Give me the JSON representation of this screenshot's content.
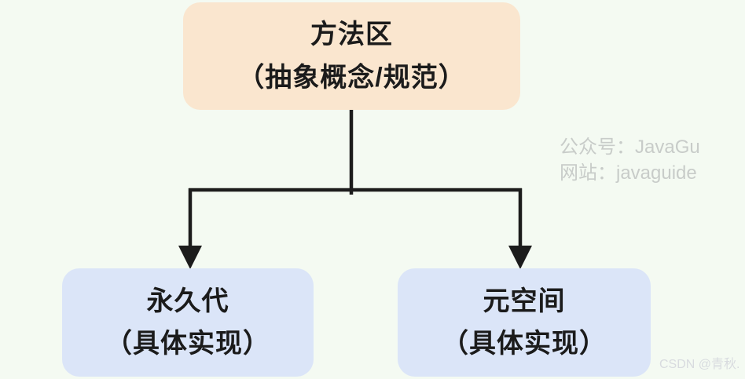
{
  "diagram": {
    "root_node": {
      "title": "方法区",
      "subtitle": "（抽象概念/规范）"
    },
    "child_nodes": [
      {
        "title": "永久代",
        "subtitle": "（具体实现）"
      },
      {
        "title": "元空间",
        "subtitle": "（具体实现）"
      }
    ]
  },
  "watermarks": {
    "wechat_line": "公众号：JavaGu",
    "site_line": "网站：javaguide",
    "csdn_line": "CSDN @青秋."
  },
  "colors": {
    "background": "#f4faf2",
    "root_node_fill": "#fae6cf",
    "child_node_fill": "#dbe5f8",
    "node_text": "#1b1b1b",
    "connector": "#1c1c1c",
    "watermark": "#c8ccc9",
    "csdn_watermark": "#d8dbdf"
  }
}
